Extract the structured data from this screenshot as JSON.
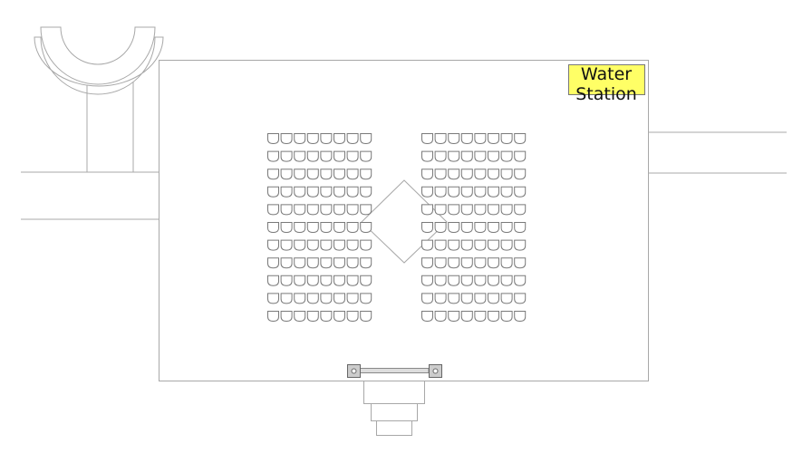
{
  "labels": {
    "water_station_line1": "Water",
    "water_station_line2": "Station"
  },
  "colors": {
    "water_station_fill": "#ffff66",
    "lines": "#a8a8a8",
    "seat_stroke": "#7a7a7a"
  },
  "seating": {
    "blocks": 2,
    "rows_per_block": 11,
    "seats_per_row": 8
  }
}
